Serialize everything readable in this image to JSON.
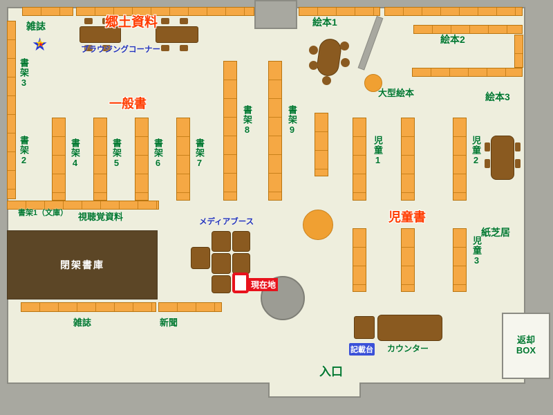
{
  "colors": {
    "floor": "#eeeedd",
    "wall": "#a8a8a0",
    "shelf_orange": "#f5a844",
    "furniture_brown": "#8a5a20",
    "closed_stacks_brown": "#5c4626",
    "label_green": "#00772e",
    "label_red": "#ff3c00",
    "label_blue": "#2233bb",
    "marker_red": "#e8121c"
  },
  "labels": {
    "magazines_top": "雑誌",
    "local_materials": "郷土資料",
    "browsing_corner": "ブラウジングコーナー",
    "shelf3": "書架3",
    "shelf2": "書架2",
    "general_books": "一般書",
    "shelf4": "書架4",
    "shelf5": "書架5",
    "shelf6": "書架6",
    "shelf7": "書架7",
    "shelf8": "書架8",
    "shelf9": "書架9",
    "picture_book_1": "絵本1",
    "picture_book_2": "絵本2",
    "picture_book_3": "絵本3",
    "large_picture_book": "大型絵本",
    "children_1": "児童1",
    "children_2": "児童2",
    "children_3": "児童3",
    "children_books": "児童書",
    "kamishibai": "紙芝居",
    "shelf1_bunko": "書架1（文庫）",
    "audio_visual": "視聴覚資料",
    "media_booth": "メディアブース",
    "current_location": "現在地",
    "closed_stacks": "閉架書庫",
    "magazines_bottom": "雑誌",
    "newspaper": "新聞",
    "writing_desk": "記載台",
    "counter": "カウンター",
    "entrance": "入口",
    "return_box_line1": "返却",
    "return_box_line2": "BOX"
  }
}
